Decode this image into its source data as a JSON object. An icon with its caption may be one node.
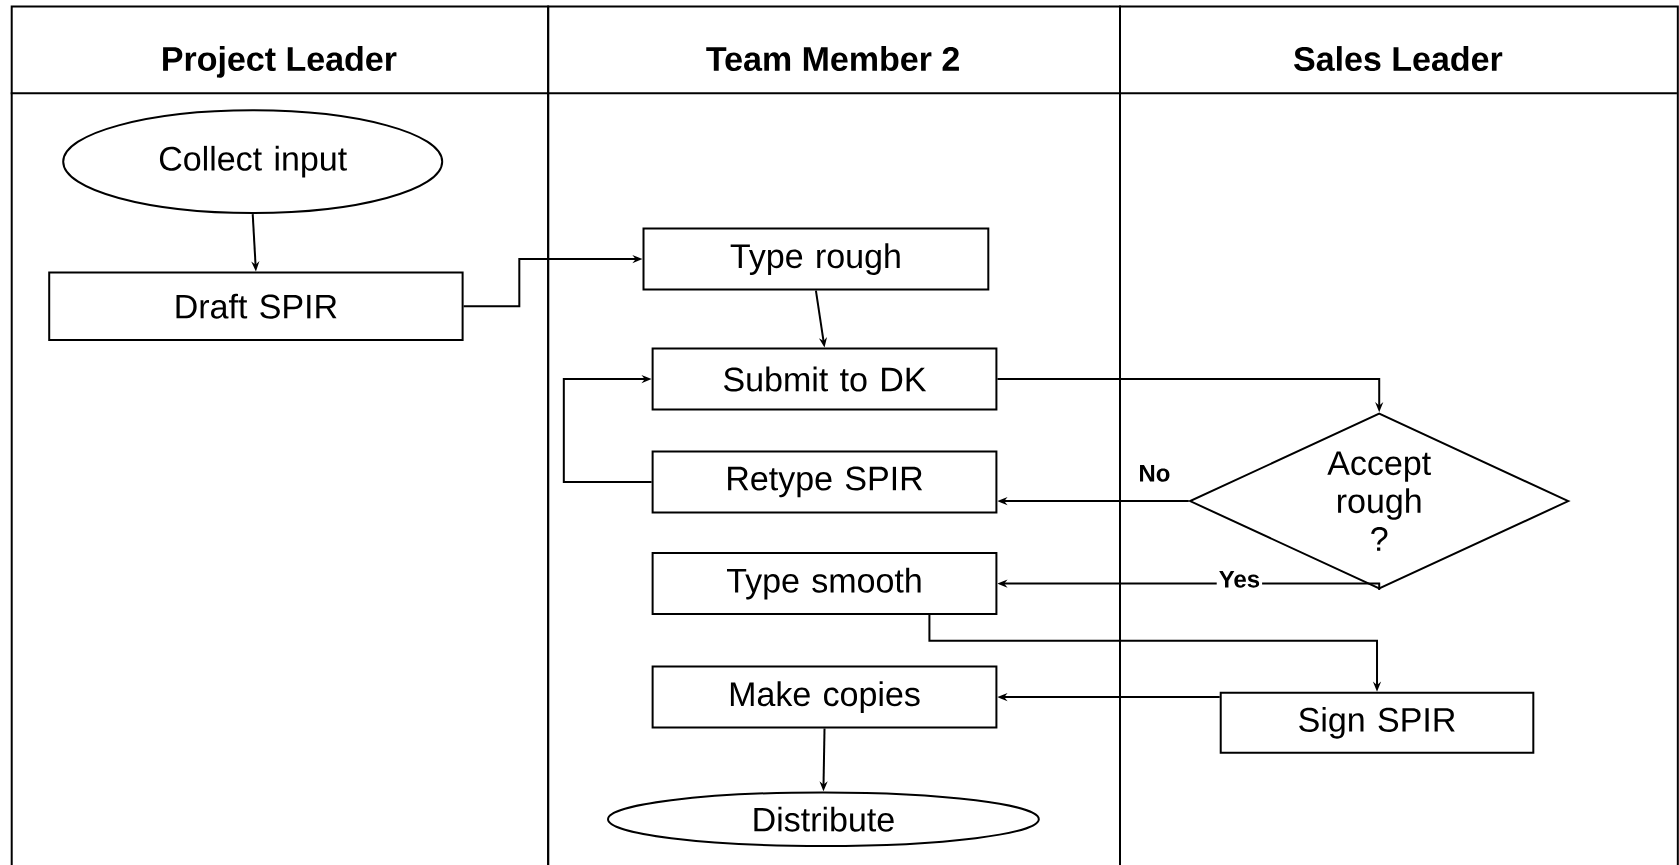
{
  "diagram": {
    "nodes": [
      {
        "text": [
          "Project Leader"
        ]
      },
      {
        "text": [
          "Team Member 2"
        ]
      },
      {
        "text": [
          "Sales Leader"
        ]
      },
      {
        "text": [
          "Collect input"
        ],
        "in": 0
      },
      {
        "text": [
          "Draft SPIR"
        ],
        "in": 0
      },
      {
        "text": [
          "Type rough"
        ],
        "in": 1
      },
      {
        "text": [
          "Submit to DK"
        ],
        "in": 1
      },
      {
        "text": [
          "Retype SPIR"
        ],
        "in": 1
      },
      {
        "text": [
          "Accept rough ?"
        ],
        "in": 2
      },
      {
        "text": [
          "Type smooth"
        ],
        "in": 1
      },
      {
        "text": [
          "Make copies"
        ],
        "in": 1
      },
      {
        "text": [
          "Sign SPIR"
        ],
        "in": 2
      },
      {
        "text": [
          "Distribute"
        ],
        "in": 1
      }
    ],
    "edges": [
      {
        "from": 3,
        "to": 4,
        "arrow": "to"
      },
      {
        "from": 4,
        "to": 5,
        "arrow": "to"
      },
      {
        "from": 5,
        "to": 6,
        "arrow": "to"
      },
      {
        "from": 6,
        "to": 8,
        "arrow": "to"
      },
      {
        "from": 8,
        "to": 7,
        "arrow": "to",
        "label": "No"
      },
      {
        "from": 7,
        "to": 6,
        "arrow": "to"
      },
      {
        "from": 8,
        "to": 9,
        "arrow": "to",
        "label": "Yes"
      },
      {
        "from": 9,
        "to": 11,
        "arrow": "to"
      },
      {
        "from": 11,
        "to": 10,
        "arrow": "to"
      },
      {
        "from": 10,
        "to": 12,
        "arrow": "to"
      }
    ]
  }
}
